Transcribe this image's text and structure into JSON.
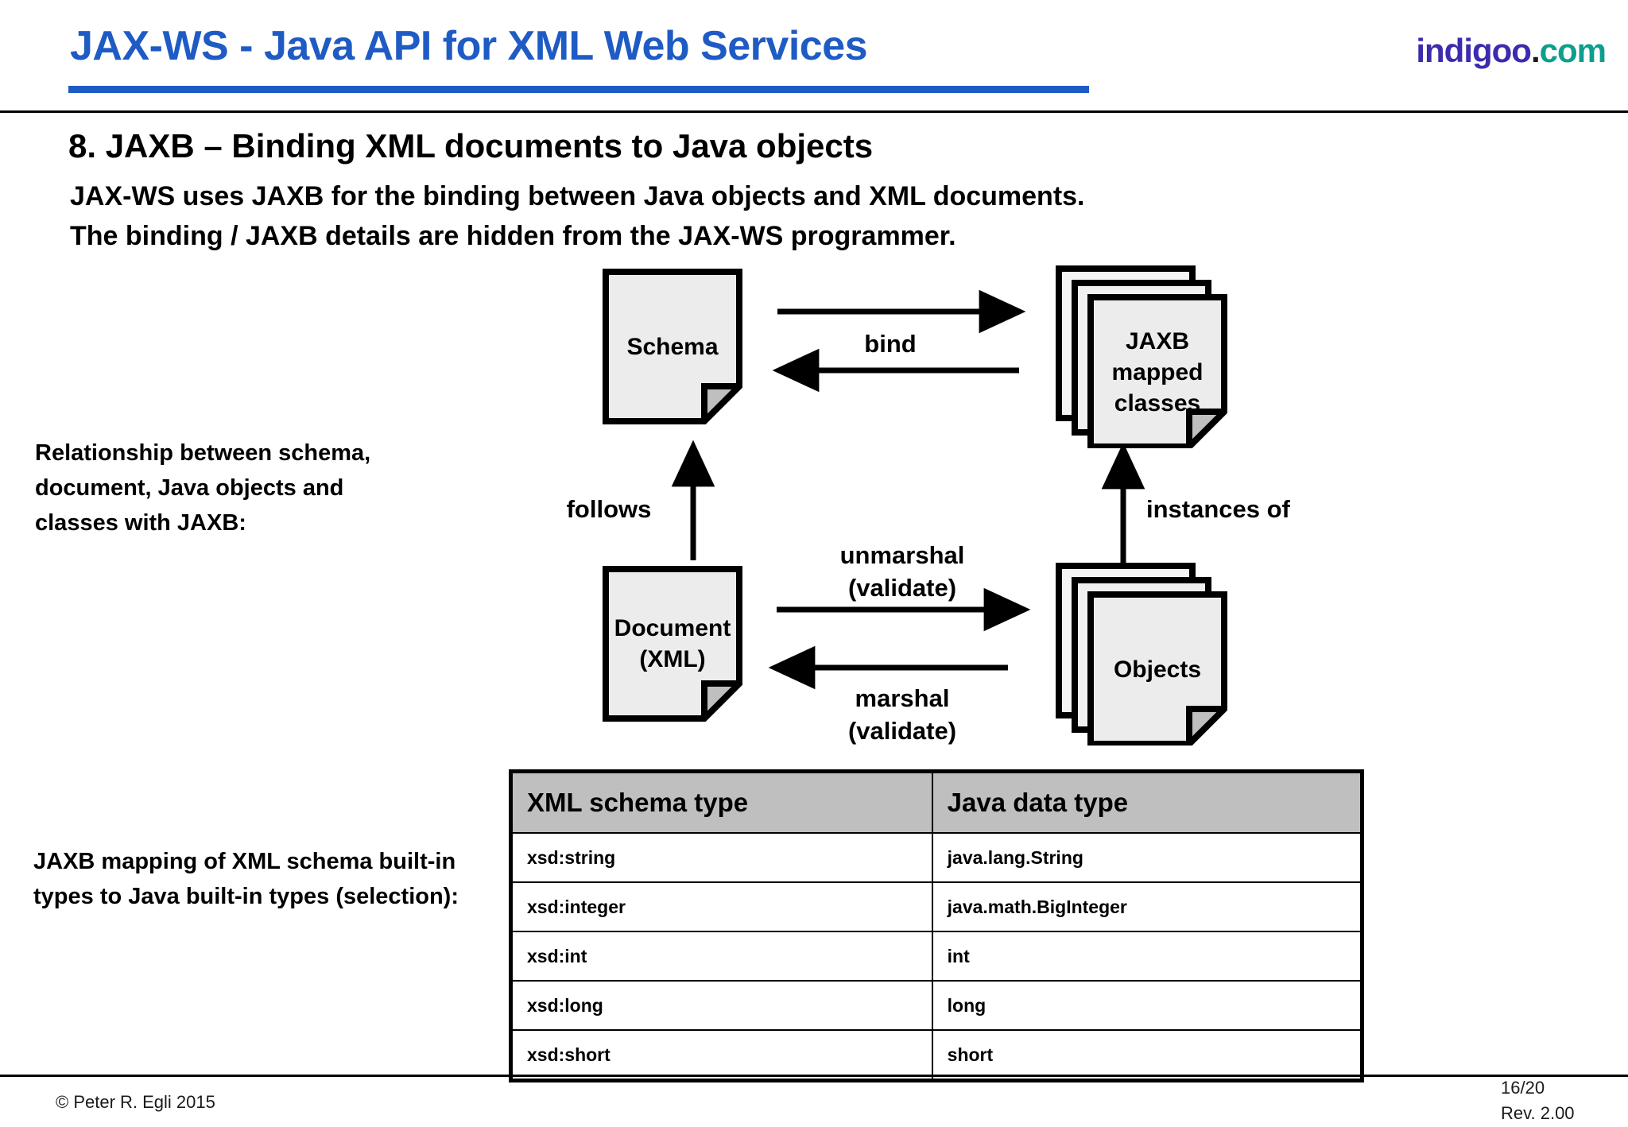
{
  "header": {
    "title": "JAX-WS -  Java API for XML Web Services",
    "brand_primary": "indigoo",
    "brand_dot": ".",
    "brand_suffix": "com",
    "accent_color": "#1F5BC4",
    "brand_color_primary": "#3B2BAE",
    "brand_color_suffix": "#0E9E8E"
  },
  "slide": {
    "title": "8. JAXB – Binding XML documents to Java objects",
    "subtitle_line1": "JAX-WS uses JAXB for the binding between Java objects and XML documents.",
    "subtitle_line2": "The binding / JAXB details are hidden from the JAX-WS programmer."
  },
  "captions": {
    "relationship": "Relationship between schema, document, Java objects and classes with JAXB:",
    "mapping": "JAXB mapping of XML schema built-in types to Java built-in types (selection):"
  },
  "diagram": {
    "nodes": {
      "schema": {
        "label_line1": "Schema"
      },
      "jaxb_classes": {
        "label_line1": "JAXB",
        "label_line2": "mapped",
        "label_line3": "classes"
      },
      "document": {
        "label_line1": "Document",
        "label_line2": "(XML)"
      },
      "objects": {
        "label_line1": "Objects"
      }
    },
    "edges": {
      "bind": "bind",
      "follows": "follows",
      "instances_of": "instances of",
      "unmarshal_line1": "unmarshal",
      "unmarshal_line2": "(validate)",
      "marshal_line1": "marshal",
      "marshal_line2": "(validate)"
    },
    "shape_fill": "#ECECEC",
    "shape_stroke": "#000000",
    "fold_fill": "#BFBFBF"
  },
  "table": {
    "headers": [
      "XML schema type",
      "Java data type"
    ],
    "rows": [
      [
        "xsd:string",
        "java.lang.String"
      ],
      [
        "xsd:integer",
        "java.math.BigInteger"
      ],
      [
        "xsd:int",
        "int"
      ],
      [
        "xsd:long",
        "long"
      ],
      [
        "xsd:short",
        "short"
      ]
    ],
    "header_bg": "#BFBFBF"
  },
  "footer": {
    "copyright": "© Peter R. Egli 2015",
    "page": "16/20",
    "revision": "Rev. 2.00"
  }
}
